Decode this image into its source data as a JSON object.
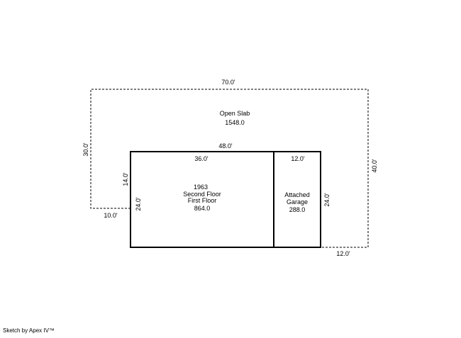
{
  "colors": {
    "line": "#000000",
    "background": "#ffffff"
  },
  "open_slab": {
    "name": "Open Slab",
    "area": "1548.0",
    "dims": {
      "top": "70.0'",
      "left": "30.0'",
      "right": "40.0'",
      "bottom_left": "10.0'",
      "bottom_right": "12.0'"
    }
  },
  "house": {
    "year": "1963",
    "floor1": "Second Floor",
    "floor2": "First Floor",
    "area": "864.0",
    "dims": {
      "top_outer": "48.0'",
      "top_inner": "36.0'",
      "left_outer": "14.0'",
      "left_inner": "24.0'"
    }
  },
  "garage": {
    "name1": "Attached",
    "name2": "Garage",
    "area": "288.0",
    "dims": {
      "top": "12.0'",
      "right": "24.0'"
    }
  },
  "footer": {
    "text": "Sketch by Apex IV™"
  }
}
